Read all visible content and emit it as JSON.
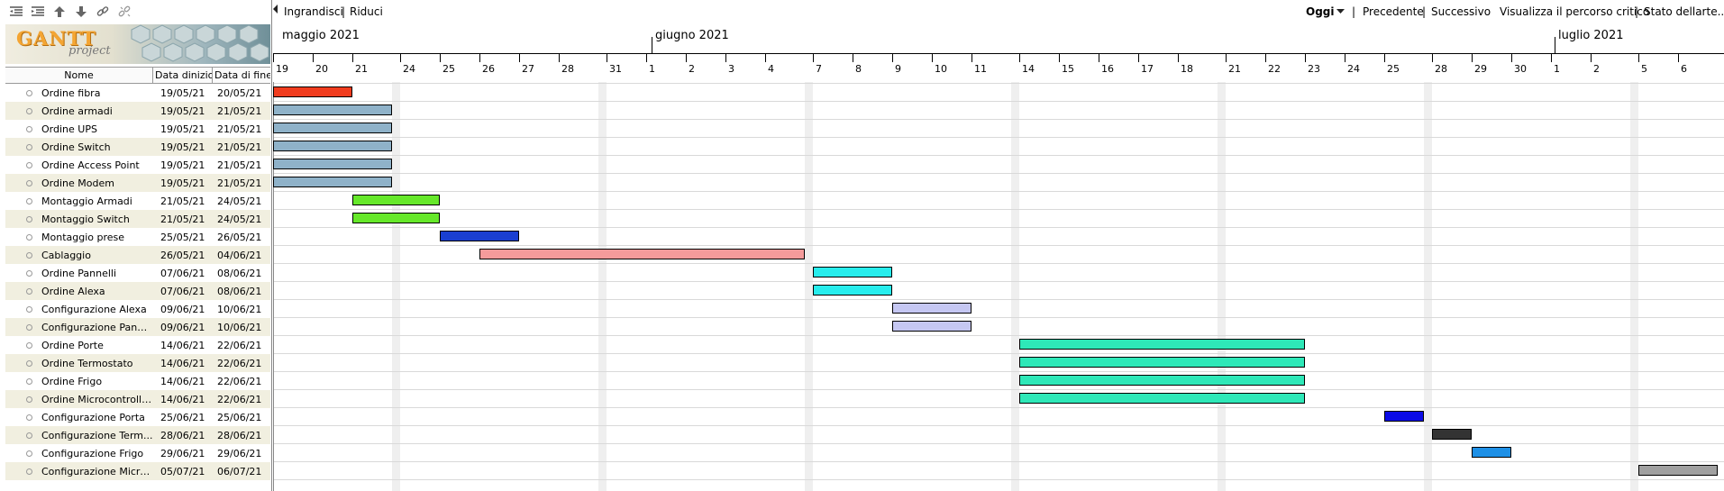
{
  "toolbar": {
    "icons": [
      "outdent-icon",
      "indent-icon",
      "move-up-icon",
      "move-down-icon",
      "link-icon",
      "unlink-icon"
    ]
  },
  "logo": {
    "main": "GANTT",
    "sub": "project"
  },
  "table": {
    "headers": {
      "name": "Nome",
      "start": "Data dinizio",
      "end": "Data di fine"
    },
    "rows": [
      {
        "name": "Ordine fibra",
        "start": "19/05/21",
        "end": "20/05/21"
      },
      {
        "name": "Ordine armadi",
        "start": "19/05/21",
        "end": "21/05/21"
      },
      {
        "name": "Ordine UPS",
        "start": "19/05/21",
        "end": "21/05/21"
      },
      {
        "name": "Ordine Switch",
        "start": "19/05/21",
        "end": "21/05/21"
      },
      {
        "name": "Ordine Access Point",
        "start": "19/05/21",
        "end": "21/05/21"
      },
      {
        "name": "Ordine Modem",
        "start": "19/05/21",
        "end": "21/05/21"
      },
      {
        "name": "Montaggio Armadi",
        "start": "21/05/21",
        "end": "24/05/21"
      },
      {
        "name": "Montaggio Switch",
        "start": "21/05/21",
        "end": "24/05/21"
      },
      {
        "name": "Montaggio prese",
        "start": "25/05/21",
        "end": "26/05/21"
      },
      {
        "name": "Cablaggio",
        "start": "26/05/21",
        "end": "04/06/21"
      },
      {
        "name": "Ordine Pannelli",
        "start": "07/06/21",
        "end": "08/06/21"
      },
      {
        "name": "Ordine Alexa",
        "start": "07/06/21",
        "end": "08/06/21"
      },
      {
        "name": "Configurazione Alexa",
        "start": "09/06/21",
        "end": "10/06/21"
      },
      {
        "name": "Configurazione Pannelli",
        "start": "09/06/21",
        "end": "10/06/21"
      },
      {
        "name": "Ordine Porte",
        "start": "14/06/21",
        "end": "22/06/21"
      },
      {
        "name": "Ordine Termostato",
        "start": "14/06/21",
        "end": "22/06/21"
      },
      {
        "name": "Ordine Frigo",
        "start": "14/06/21",
        "end": "22/06/21"
      },
      {
        "name": "Ordine Microcontrollo...",
        "start": "14/06/21",
        "end": "22/06/21"
      },
      {
        "name": "Configurazione Porta",
        "start": "25/06/21",
        "end": "25/06/21"
      },
      {
        "name": "Configurazione Term...",
        "start": "28/06/21",
        "end": "28/06/21"
      },
      {
        "name": "Configurazione Frigo",
        "start": "29/06/21",
        "end": "29/06/21"
      },
      {
        "name": "Configurazione Micro...",
        "start": "05/07/21",
        "end": "06/07/21"
      }
    ]
  },
  "gantt_toolbar": {
    "zoom_in": "Ingrandisci",
    "zoom_out": "Riduci",
    "today": "Oggi",
    "previous": "Precedente",
    "next": "Successivo",
    "critical_path": "Visualizza il percorso critico",
    "state": "Stato dellarte..."
  },
  "timeline": {
    "months": [
      "maggio 2021",
      "giugno 2021",
      "luglio 2021"
    ],
    "days": [
      {
        "d": "19",
        "date": "2021-05-19"
      },
      {
        "d": "20",
        "date": "2021-05-20"
      },
      {
        "d": "21",
        "date": "2021-05-21"
      },
      {
        "d": "24",
        "date": "2021-05-24"
      },
      {
        "d": "25",
        "date": "2021-05-25"
      },
      {
        "d": "26",
        "date": "2021-05-26"
      },
      {
        "d": "27",
        "date": "2021-05-27"
      },
      {
        "d": "28",
        "date": "2021-05-28"
      },
      {
        "d": "31",
        "date": "2021-05-31"
      },
      {
        "d": "1",
        "date": "2021-06-01"
      },
      {
        "d": "2",
        "date": "2021-06-02"
      },
      {
        "d": "3",
        "date": "2021-06-03"
      },
      {
        "d": "4",
        "date": "2021-06-04"
      },
      {
        "d": "7",
        "date": "2021-06-07"
      },
      {
        "d": "8",
        "date": "2021-06-08"
      },
      {
        "d": "9",
        "date": "2021-06-09"
      },
      {
        "d": "10",
        "date": "2021-06-10"
      },
      {
        "d": "11",
        "date": "2021-06-11"
      },
      {
        "d": "14",
        "date": "2021-06-14"
      },
      {
        "d": "15",
        "date": "2021-06-15"
      },
      {
        "d": "16",
        "date": "2021-06-16"
      },
      {
        "d": "17",
        "date": "2021-06-17"
      },
      {
        "d": "18",
        "date": "2021-06-18"
      },
      {
        "d": "21",
        "date": "2021-06-21"
      },
      {
        "d": "22",
        "date": "2021-06-22"
      },
      {
        "d": "23",
        "date": "2021-06-23"
      },
      {
        "d": "24",
        "date": "2021-06-24"
      },
      {
        "d": "25",
        "date": "2021-06-25"
      },
      {
        "d": "28",
        "date": "2021-06-28"
      },
      {
        "d": "29",
        "date": "2021-06-29"
      },
      {
        "d": "30",
        "date": "2021-06-30"
      },
      {
        "d": "1",
        "date": "2021-07-01"
      },
      {
        "d": "2",
        "date": "2021-07-02"
      },
      {
        "d": "5",
        "date": "2021-07-05"
      },
      {
        "d": "6",
        "date": "2021-07-06"
      }
    ]
  },
  "bars": [
    {
      "start": "2021-05-19",
      "end": "2021-05-20",
      "color": "#f03c1e"
    },
    {
      "start": "2021-05-19",
      "end": "2021-05-21",
      "color": "#8fb2c9"
    },
    {
      "start": "2021-05-19",
      "end": "2021-05-21",
      "color": "#8fb2c9"
    },
    {
      "start": "2021-05-19",
      "end": "2021-05-21",
      "color": "#8fb2c9"
    },
    {
      "start": "2021-05-19",
      "end": "2021-05-21",
      "color": "#8fb2c9"
    },
    {
      "start": "2021-05-19",
      "end": "2021-05-21",
      "color": "#8fb2c9"
    },
    {
      "start": "2021-05-21",
      "end": "2021-05-24",
      "color": "#66e82a"
    },
    {
      "start": "2021-05-21",
      "end": "2021-05-24",
      "color": "#66e82a"
    },
    {
      "start": "2021-05-25",
      "end": "2021-05-26",
      "color": "#1a3fd1"
    },
    {
      "start": "2021-05-26",
      "end": "2021-06-04",
      "color": "#f59b9b"
    },
    {
      "start": "2021-06-07",
      "end": "2021-06-08",
      "color": "#27eded"
    },
    {
      "start": "2021-06-07",
      "end": "2021-06-08",
      "color": "#27eded"
    },
    {
      "start": "2021-06-09",
      "end": "2021-06-10",
      "color": "#c5c7f2"
    },
    {
      "start": "2021-06-09",
      "end": "2021-06-10",
      "color": "#c5c7f2"
    },
    {
      "start": "2021-06-14",
      "end": "2021-06-22",
      "color": "#2ee8b8"
    },
    {
      "start": "2021-06-14",
      "end": "2021-06-22",
      "color": "#2ee8b8"
    },
    {
      "start": "2021-06-14",
      "end": "2021-06-22",
      "color": "#2ee8b8"
    },
    {
      "start": "2021-06-14",
      "end": "2021-06-22",
      "color": "#2ee8b8"
    },
    {
      "start": "2021-06-25",
      "end": "2021-06-25",
      "color": "#0a0ae6"
    },
    {
      "start": "2021-06-28",
      "end": "2021-06-28",
      "color": "#333333"
    },
    {
      "start": "2021-06-29",
      "end": "2021-06-29",
      "color": "#1e90e6"
    },
    {
      "start": "2021-07-05",
      "end": "2021-07-06",
      "color": "#a0a0a0"
    }
  ]
}
